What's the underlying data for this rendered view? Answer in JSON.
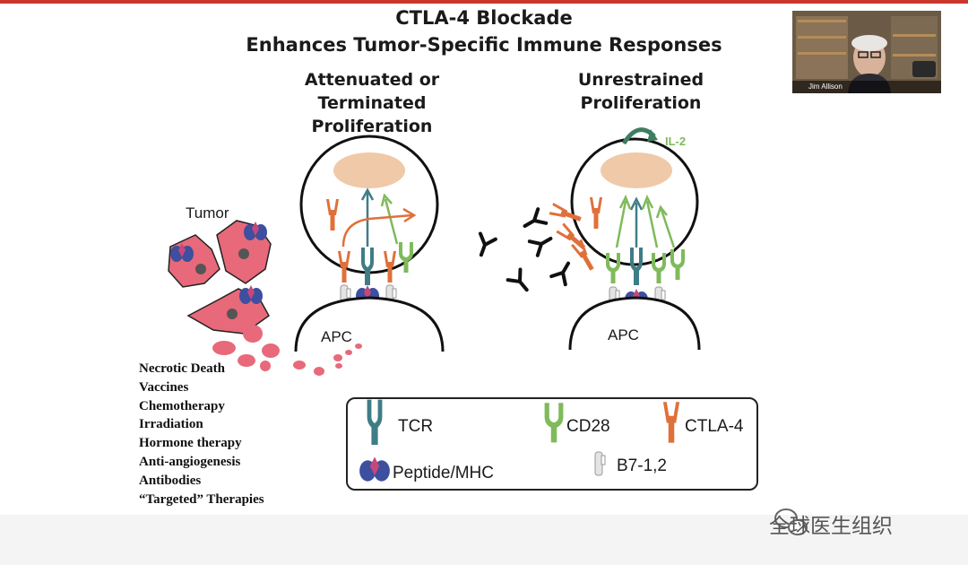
{
  "slide": {
    "title_line1": "CTLA-4 Blockade",
    "title_line2": "Enhances Tumor-Specific Immune Responses",
    "left_header": [
      "Attenuated or",
      "Terminated",
      "Proliferation"
    ],
    "right_header": [
      "Unrestrained",
      "Proliferation"
    ],
    "tumor_label": "Tumor",
    "apc_label": "APC",
    "il2_label": "IL-2",
    "treatments": [
      "Necrotic Death",
      "Vaccines",
      "Chemotherapy",
      "Irradiation",
      "Hormone therapy",
      "Anti-angiogenesis",
      "Antibodies",
      "“Targeted” Therapies"
    ],
    "legend": {
      "tcr": "TCR",
      "cd28": "CD28",
      "ctla4": "CTLA-4",
      "pmhc": "Peptide/MHC",
      "b7": "B7-1,2"
    }
  },
  "video": {
    "speaker_name": "Jim Allison"
  },
  "watermark": "全球医生组织",
  "colors": {
    "tcr": "#3f7d86",
    "cd28": "#7fba5b",
    "ctla4": "#e0703a",
    "mhc": "#3d4f9e",
    "peptide": "#c5487a",
    "tumor": "#e8697a",
    "nucleus": "#efc9a8",
    "accent_bar": "#c9362c"
  },
  "icons": [
    "tcr-icon",
    "cd28-icon",
    "ctla4-icon",
    "peptide-mhc-icon",
    "b7-icon",
    "antibody-icon",
    "il2-arrow-icon",
    "camera-icon",
    "wechat-icon"
  ]
}
